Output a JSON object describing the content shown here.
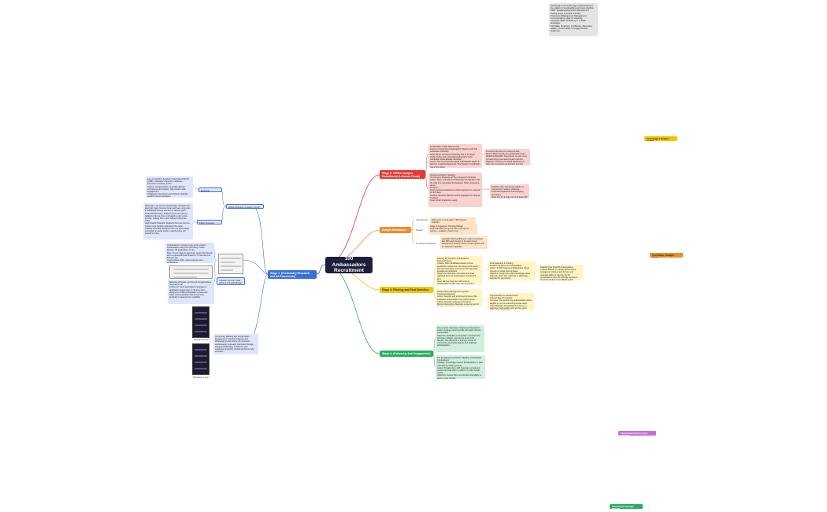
{
  "colors": {
    "center": "#1b1f3a",
    "stage1": "#3b6fd8",
    "stage2": "#e53935",
    "budget": "#ef8c2a",
    "stage3": "#f2c500",
    "stage4": "#27ae60",
    "light_blue": "#dfe6fb",
    "light_red": "#f9d2cd",
    "light_orange": "#fde2c8",
    "light_yellow": "#fff4c2",
    "light_green": "#cfeedd",
    "grey": "#e4e4e7"
  },
  "center": {
    "title": "100 Ambassadors Recruitment"
  },
  "top_note": {
    "text": "Knowledge of the basic Nagu understanding of the platform's functionalities and future direction.\nSkills: Speaking Experience: Experience in leading teams or similar activities.\nProfessional Background: Management, communications, data or marketing.\nLanguage Skills: Proficiency in multiple languages.\nSoft Skills: Proactivity, Confidence, Discussion leaders, Proven ability to engage diverse audiences."
  },
  "stage1": {
    "title": "Stage 1: (Preliminary Research and Ad Placements)",
    "market_research": "Market Research (Lebanon Focus)",
    "economic_landscape": "Economic Landscape",
    "economic_text": "Key universities: American University of Beirut (AUB), Lebanese University, Lebanese American University (LAU).\nStudent characteristics: Culturally diverse, entrepreneurial mindset, high social media engagement.\nChallenges: Economic and political instability, need for recommendation.",
    "public_focus": "Public University Focus",
    "public_text": "Rationale: Low-Income Households: Students are also from lower income homes and are more open to additional income sources of various types.\nFinancial Necessity: Students from low-income backgrounds are more motivated to earn extra income, making them more willing to keep the entire...\nHigh Growth Potential: Students from low-income homes more rapidly understand the value...\nVisibility Potential: Students here are often highly connected to social media, meaning they can spread to many...",
    "linkedin_label": "LinkedIn Job Ads: Initial (Pilot) & Outreach Budget Plan",
    "linkedin_text": "Ambassadors: Created a job ad for student ambassadors using free job listing credits.\nResults: 38 applications so far.\nPlan: Once budget is approved, repost the free job ad in a sponsored post linked to 7-more days at $10 per day.\nGoal: Achieve 200+ reach and get extra applications.",
    "marketing_text": "Marketing Process: go through all applications received so far.\nFollow-Up: Send automated messages to applicants inviting them to fill out a form designed to PRE-ambassador recruitment.\nGoal: Collect detailed data and screen applicant to assess their suitability.",
    "community_text": "Community Building and Social Media Engagement: Created Telegram and WhatsApp groups where the university ambassadors' outreach. Recruited through Telegram/WhatsApp invitations, and Lebanese university student groups to help increase...",
    "telegram_caption": "Telegram Group",
    "whatsapp_caption": "WhatsApp Group"
  },
  "stage2": {
    "title": "Stage 2: Offline Campus Recruitment (Lebanon Focus)",
    "lead_text": "Ambassador Leads Recruitment:\nFocus on University Ambassadors' Meeting with The Lebanese University.\nGoal: Target Lebanese University due to its larger student base and a potential ambassador team candidate whose already identified.\nAction: Ask the University-based ambassador leader to become a regional lead point. The Student Coordinator role in the future.",
    "campus_text": "Campus Activation Strategy:\nOn-Campus Presence at The Lebanese University.\nAction: Team at Students Ambassador as Speaker, with the help of a nominated Ambassador PEAK Adventure group.\nTimeline: ...\nGoal: Generate Awareness will be deployed on campus for 3-5 days.\nAnother Campus: Banners will be displayed on campus to attract...\nGoal: Attract students to apply",
    "incentive_text": "Incentive Structure for Campus Lead:\nBonus: $100 monthly the ambassador team.\nAdditional Benefits: Opportunity to earn more by becoming a permanent team member.\nObjective: Ensure committed leadership to drive the on-campus recruitment process.",
    "duration_text": "Duration: Run recruitment efforts on campus for 2 weeks, gathering interested applicants and accepting onto team.\nGoal: Aim for a total pool of at least 100 applicants (or The potential Ambassador before...)"
  },
  "budget": {
    "title": "Budget Breakdown",
    "linkedin_label": "LinkedIn Ads",
    "linkedin_value": "$10 per for 2 more days = $70 total for LinkedIn...",
    "stipend_label": "Stipend",
    "stipend_value": "Stage 1 Expansion, Pending Budget\nApproval: $500 per group size of group per country - Lebanon, Oman, Iraq",
    "campus_label": "On Campus Expenses",
    "campus_value": "Operation Roll-Up Banners: Cost for banners: Est. $90 each design to be determined.\nRecruitment Printing Costs: Covers printed info for outreach materials...",
    "total": "Total Stage 1 Budget: $1330"
  },
  "stage3": {
    "title": "Stage 3: Filtering and Final Selection",
    "filter_text": "Filtering the Reserve Ambassadors:\nReview Process:\nCriteria: Filter candidates based on their application responses, interview performance, and demonstrated commitment through past engagement activities.\nTools: Use data from interviews and data gathered from the ambassador recruitment form.\nGoal: Narrow down the 100 reserve ambassadors to 80+ who can proceed to training.",
    "final_text": "Final Selection & Training\nFinalize the Reserve Ambassadors:\nAction: All 100 reserve ambassadors will go through an initial training stage.\nObjective: Equip them with knowledge about Quumtax, their role, and how to effectively operate the community.",
    "selecting_text": "Selecting the Final 60 Ambassadors:\nCriteria: Based on training performance, engagement during recruitment, and potential ability to lead the list 60 ambassadors who will officially represent Quumtax (Nuke) in the MENA region.",
    "performance_text": "Performance Management System:\nOngoing Evaluation:\nAction: Develop and structured process that evaluates ambassadors' key performance metrics through measurement events...\nMonitor Ratio Flow: Maintain a reserve pool of motivated performance ready to step in.\nObjective: Ensure high performance across the ambassador team by keeping a constant, steady system of ...",
    "opportunities_text": "Opportunities for Advancement\nInternal Team Promotion:\nIncentive: Top-performing ambassadors will be eligible to join the internal Quumtax team.\nGoal: Motivate ambassadors to focus on delivering high-quality work as they grow within the organization."
  },
  "stage4": {
    "title": "Stage 4: (Follow-Up And Engagement)",
    "followup_text": "One-on-One Interviews: Meeting Ambassadors:\nAction: Arrange personal calls with each reserve ambassador.\nObjective: Establish a connection, introduce the Quumtax mission, and set the tone of the ...\nBenefit: This allows for a stronger sense of community and builds rapport with potential ambassadors.",
    "engagement_text": "Pre-Engagement Activities: Building Ambassador Commitment:\nStrategy: Encourage reserve ambassadors to start 'learning' by inviting events.\nAction: Provide them with Quumtax recruitment content and ask them to share it on their social media...\nObjective: Gauge their commitment and ability to bring in new recruits."
  },
  "totals": {
    "stage2": "Total Stage 2 Budget: $4,000",
    "stage3": "Total Annual Stance Cost: $28,000",
    "project": "Total Project Budget: $66,000"
  }
}
